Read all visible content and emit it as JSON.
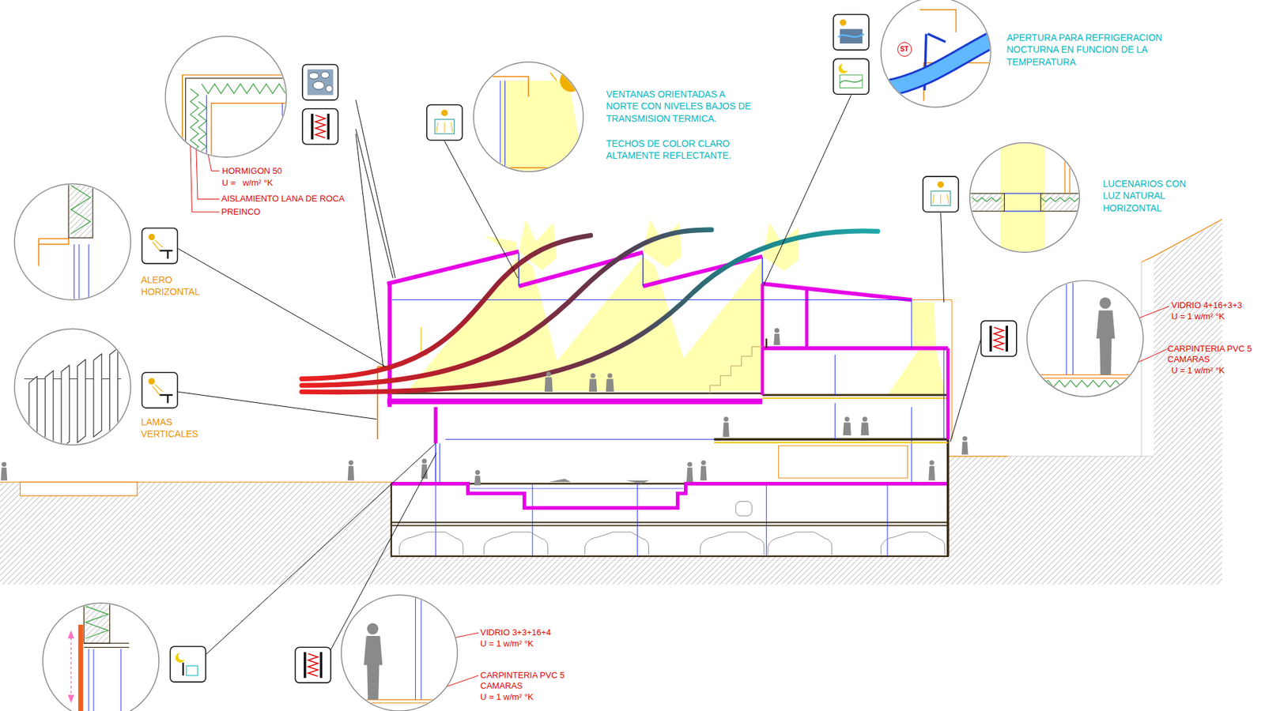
{
  "diagram": {
    "nodes": [
      {
        "text": [
          "ST"
        ]
      }
    ],
    "labels": [
      "HORMIGON 50",
      "U =   w/m² °K",
      "AISLAMIENTO LANA DE ROCA",
      "PREINCO",
      "VENTANAS ORIENTADAS A NORTE CON NIVELES BAJOS DE TRANSMISION TERMICA.",
      "TECHOS DE COLOR CLARO ALTAMENTE REFLECTANTE.",
      "APERTURA PARA REFRIGERACION NOCTURNA EN FUNCION DE LA TEMPERATURA",
      "LUCENARIOS CON LUZ NATURAL HORIZONTAL",
      "ALERO HORIZONTAL",
      "LAMAS VERTICALES",
      "VIDRIO 4+16+3+3",
      "U = 1 w/m² °K",
      "CARPINTERIA PVC 5 CAMARAS",
      "U = 1 w/m² °K",
      "VIDRIO 3+3+16+4",
      "U = 1 w/m² °K",
      "CARPINTERIA PVC 5 CAMARAS",
      "U = 1 w/m² °K"
    ]
  }
}
